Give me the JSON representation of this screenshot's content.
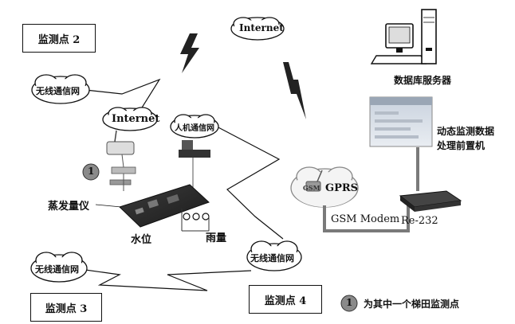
{
  "stations": {
    "point2": "监测点 2",
    "point3": "监测点 3",
    "point4": "监测点 4"
  },
  "clouds": {
    "internet_top": "Internet",
    "internet_left": "Internet",
    "wireless_left_top": "无线通信网",
    "wireless_left_bottom": "无线通信网",
    "wireless_right": "无线通信网",
    "hmi": "人机通信网",
    "gprs": "GPRS",
    "gsm_tag": "GSM"
  },
  "server": {
    "database_label": "数据库服务器",
    "front_label_line1": "动态监测数据",
    "front_label_line2": "处理前置机"
  },
  "links": {
    "gsm_modem": "GSM Modem",
    "rs232": "Re-232"
  },
  "station1": {
    "marker": "1",
    "evaporation": "蒸发量仪",
    "water_level": "水位",
    "rainfall": "雨量"
  },
  "legend": {
    "marker": "1",
    "text": "为其中一个梯田监测点"
  },
  "colors": {
    "line": "#111111",
    "cloud_fill": "#ffffff",
    "cable": "#7a7a7a",
    "marker_fill": "#8a8a8a"
  }
}
